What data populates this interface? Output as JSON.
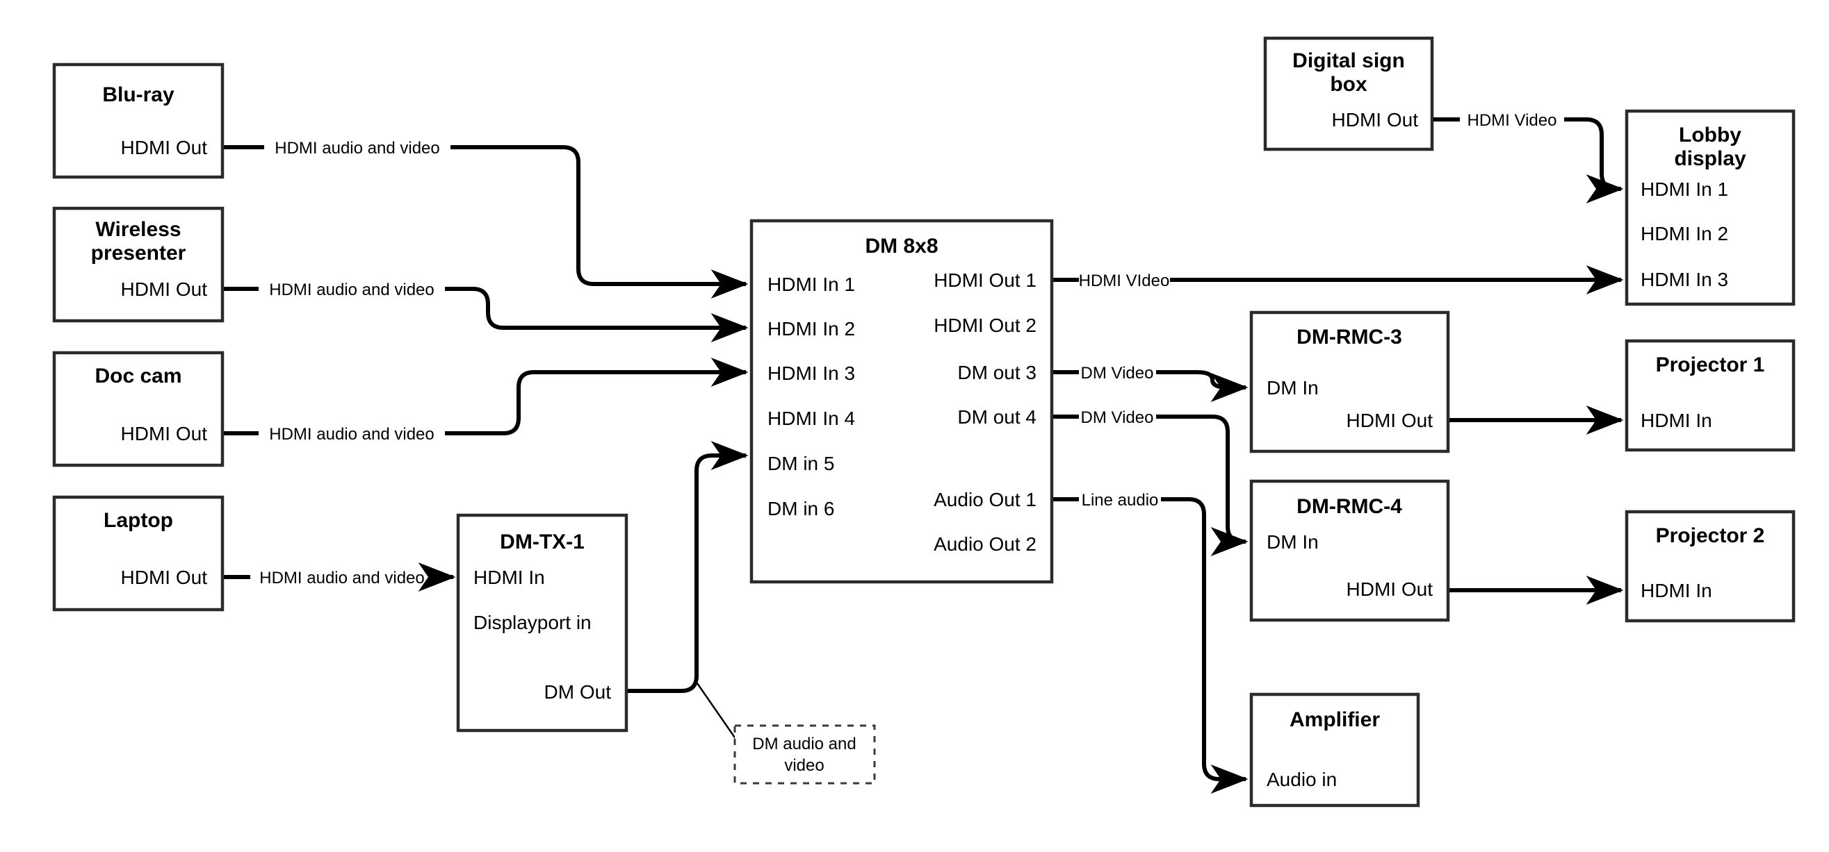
{
  "diagram": {
    "title": "AV signal flow diagram",
    "background": "#ffffff",
    "line_color": "#000000",
    "box_border_color": "#2b2b2b"
  },
  "nodes": {
    "bluray": {
      "title": "Blu-ray",
      "port1": "HDMI Out"
    },
    "wireless": {
      "title_line1": "Wireless",
      "title_line2": "presenter",
      "port1": "HDMI Out"
    },
    "doccam": {
      "title": "Doc cam",
      "port1": "HDMI Out"
    },
    "laptop": {
      "title": "Laptop",
      "port1": "HDMI Out"
    },
    "dmtx1": {
      "title": "DM-TX-1",
      "port1": "HDMI In",
      "port2": "Displayport in",
      "port3": "DM Out"
    },
    "dm8x8": {
      "title": "DM 8x8",
      "inputs": [
        "HDMI In 1",
        "HDMI In 2",
        "HDMI In 3",
        "HDMI In 4",
        "DM in 5",
        "DM in 6"
      ],
      "outputs": [
        "HDMI Out 1",
        "HDMI Out 2",
        "DM out 3",
        "DM out 4",
        "Audio Out 1",
        "Audio Out 2"
      ]
    },
    "digitalsign": {
      "title_line1": "Digital sign",
      "title_line2": "box",
      "port1": "HDMI Out"
    },
    "lobby": {
      "title_line1": "Lobby",
      "title_line2": "display",
      "port1": "HDMI In 1",
      "port2": "HDMI In 2",
      "port3": "HDMI In 3"
    },
    "dmrmc3": {
      "title": "DM-RMC-3",
      "port1": "DM In",
      "port2": "HDMI Out"
    },
    "dmrmc4": {
      "title": "DM-RMC-4",
      "port1": "DM In",
      "port2": "HDMI Out"
    },
    "projector1": {
      "title": "Projector 1",
      "port1": "HDMI In"
    },
    "projector2": {
      "title": "Projector 2",
      "port1": "HDMI In"
    },
    "amplifier": {
      "title": "Amplifier",
      "port1": "Audio in"
    }
  },
  "edge_labels": {
    "bluray_to_dm": "HDMI audio and video",
    "wireless_to_dm": "HDMI audio and video",
    "doccam_to_dm": "HDMI audio and video",
    "laptop_to_tx": "HDMI audio and video",
    "sign_to_lobby": "HDMI Video",
    "hdmiout1_to_lobby": "HDMI VIdeo",
    "dmout3_to_rmc3": "DM Video",
    "dmout4_to_rmc4": "DM Video",
    "audioout1_to_amp": "Line audio"
  },
  "callout": {
    "line1": "DM audio and",
    "line2": "video"
  }
}
